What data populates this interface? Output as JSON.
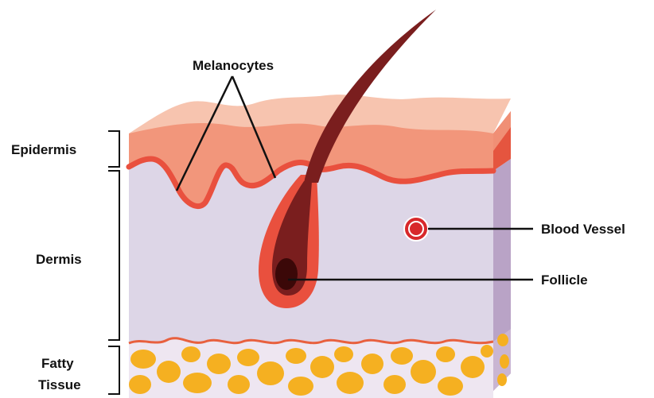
{
  "labels": {
    "melanocytes": "Melanocytes",
    "epidermis": "Epidermis",
    "dermis": "Dermis",
    "fatty_tissue_line1": "Fatty",
    "fatty_tissue_line2": "Tissue",
    "blood_vessel": "Blood Vessel",
    "follicle": "Follicle"
  },
  "colors": {
    "epidermis_top": "#F7C4AF",
    "epidermis_mid": "#F2967B",
    "basal_layer": "#E9503E",
    "dermis": "#DCD5E6",
    "dermis_side": "#B8A2C4",
    "hair": "#7A1E1E",
    "fat_cells": "#F5B021",
    "blood_vessel": "#D8282B"
  }
}
